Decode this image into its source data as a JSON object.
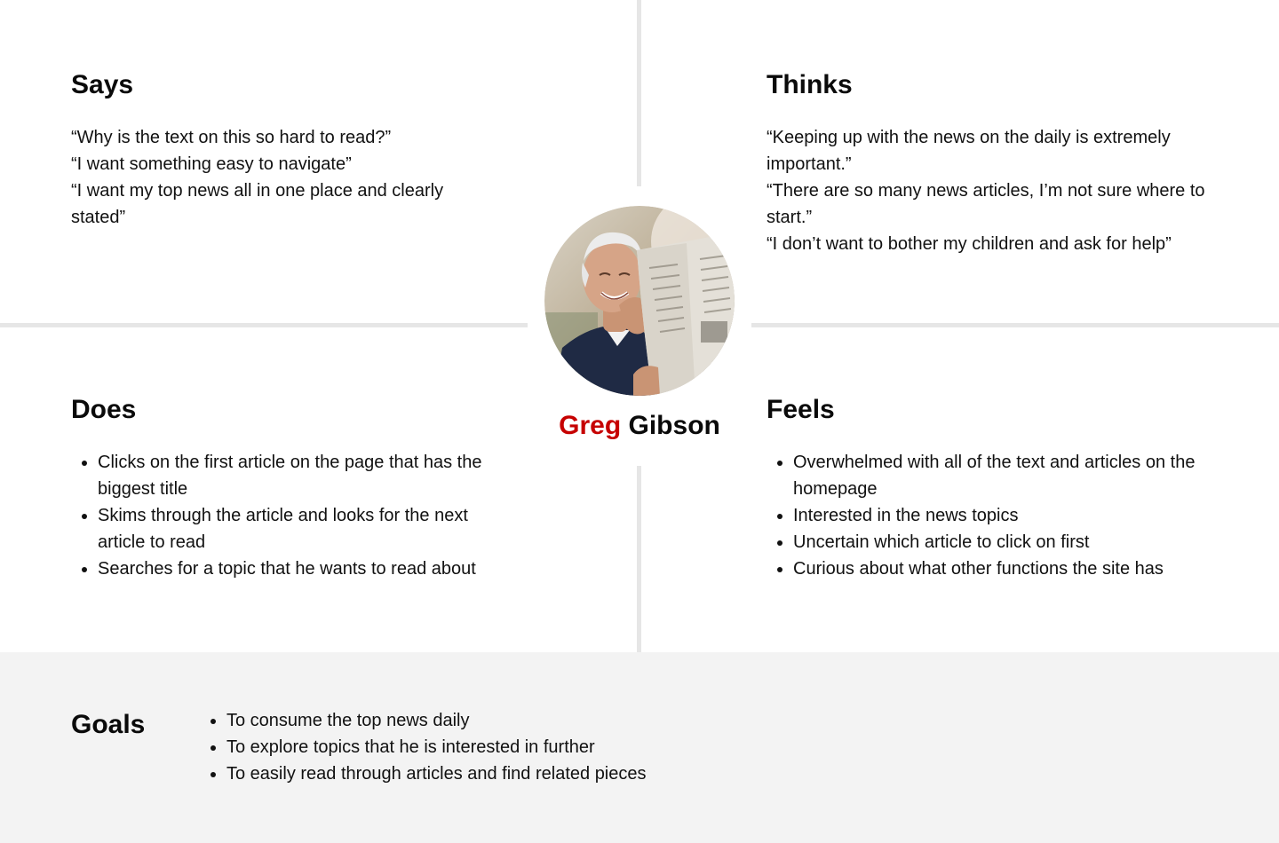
{
  "says": {
    "title": "Says",
    "lines": [
      "“Why is the text on this so hard to read?”",
      "“I want something easy to navigate”",
      "“I want my top news all in one place and clearly stated”"
    ]
  },
  "thinks": {
    "title": "Thinks",
    "lines": [
      "“Keeping up with the news on the daily is extremely important.”",
      "“There are so many news articles, I’m not sure where to start.”",
      "“I don’t want to bother my children and ask for help”"
    ]
  },
  "does": {
    "title": "Does",
    "items": [
      "Clicks on the first article on the page that has the biggest title",
      "Skims through the article and looks for the next article to read",
      "Searches for a topic that he wants to read about"
    ]
  },
  "feels": {
    "title": "Feels",
    "items": [
      "Overwhelmed with all of the text and articles on the homepage",
      "Interested in the news topics",
      "Uncertain which article to click on first",
      "Curious about what other functions the site has"
    ]
  },
  "persona": {
    "first_name": "Greg",
    "last_name": "Gibson",
    "accent_color": "#c60000"
  },
  "goals": {
    "title": "Goals",
    "items": [
      "To consume the top news daily",
      "To explore topics that he is interested in further",
      "To easily read through articles and find related pieces"
    ]
  }
}
